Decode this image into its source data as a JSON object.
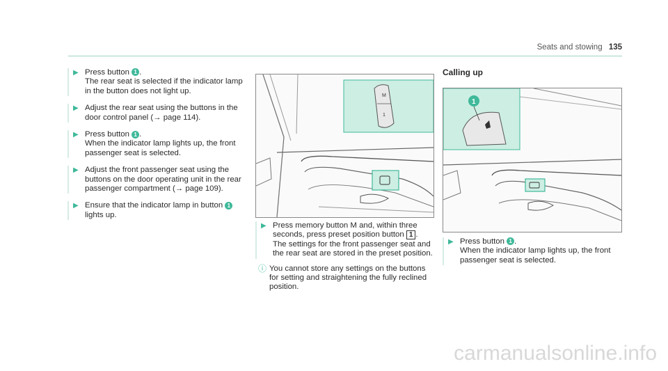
{
  "header": {
    "title": "Seats and stowing",
    "page_number": "135"
  },
  "col1": {
    "steps": [
      {
        "pre": "Press button ",
        "badge": "1",
        "post": ".",
        "text": "The rear seat is selected if the indicator lamp in the button does not light up."
      },
      {
        "text": "Adjust the rear seat using the buttons in the door control panel (→ page 114)."
      },
      {
        "pre": "Press button ",
        "badge": "1",
        "post": ".",
        "text": "When the indicator lamp lights up, the front passenger seat is selected."
      },
      {
        "text": "Adjust the front passenger seat using the buttons on the door operating unit in the rear passenger compartment (→ page 109)."
      },
      {
        "pre": "Ensure that the indicator lamp in button ",
        "badge": "1",
        "post": " lights up."
      }
    ]
  },
  "col2": {
    "step": {
      "pre": "Press memory button M and, within three seconds, press preset position button ",
      "key": "1",
      "post": ".",
      "text": "The settings for the front passenger seat and the rear seat are stored in the preset position."
    },
    "note": {
      "icon": "info-icon",
      "text": "You cannot store any settings on the buttons for setting and straightening the fully reclined position."
    }
  },
  "col3": {
    "title": "Calling up",
    "step": {
      "pre": "Press button ",
      "badge": "1",
      "post": ".",
      "text": "When the indicator lamp lights up, the front passenger seat is selected."
    }
  },
  "figures": {
    "fig1": {
      "inset_labels": [
        "M",
        "1"
      ]
    },
    "fig2": {
      "callout": "1"
    }
  },
  "colors": {
    "accent": "#3fb99a",
    "highlight": "#cdeee3"
  },
  "watermark": "carmanualsonline.info"
}
